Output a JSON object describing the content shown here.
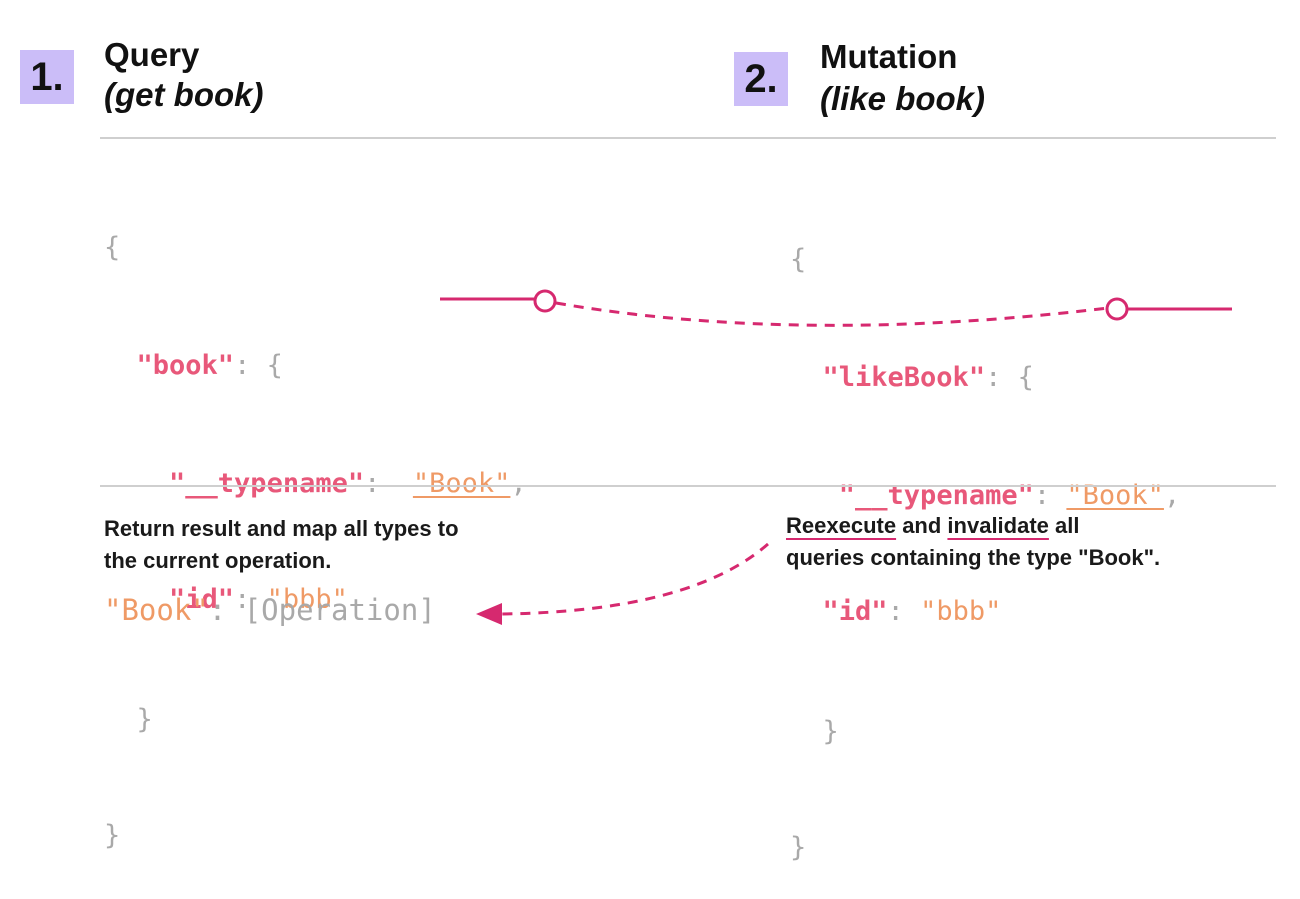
{
  "step1": {
    "number": "1.",
    "title": "Query",
    "subtitle": "(get book)",
    "code": {
      "open_brace": "{",
      "root_key": "\"book\"",
      "colon": ":",
      "inner_open": "{",
      "typename_key": "\"__typename\"",
      "typename_value": "\"Book\"",
      "comma": ",",
      "id_key": "\"id\"",
      "id_value": "\"bbb\"",
      "inner_close": "}",
      "close_brace": "}"
    },
    "note_line1": "Return result and map all types to",
    "note_line2": "the current operation.",
    "map_key": "\"Book\"",
    "map_colon": ":",
    "map_value": "[Operation]"
  },
  "step2": {
    "number": "2.",
    "title": "Mutation",
    "subtitle": "(like book)",
    "code": {
      "open_brace": "{",
      "root_key": "\"likeBook\"",
      "colon": ":",
      "inner_open": "{",
      "typename_key": "\"__typename\"",
      "typename_value": "\"Book\"",
      "comma": ",",
      "id_key": "\"id\"",
      "id_value": "\"bbb\"",
      "inner_close": "}",
      "close_brace": "}"
    },
    "note_word1": "Reexecute",
    "note_and": " and ",
    "note_word2": "invalidate",
    "note_rest1": " all",
    "note_line2": "queries containing the type \"Book\"."
  },
  "colors": {
    "badge": "#cbbdf8",
    "key": "#e8587a",
    "string": "#ef9a66",
    "connector": "#d6296f",
    "punctuation": "#a9a9a9"
  }
}
